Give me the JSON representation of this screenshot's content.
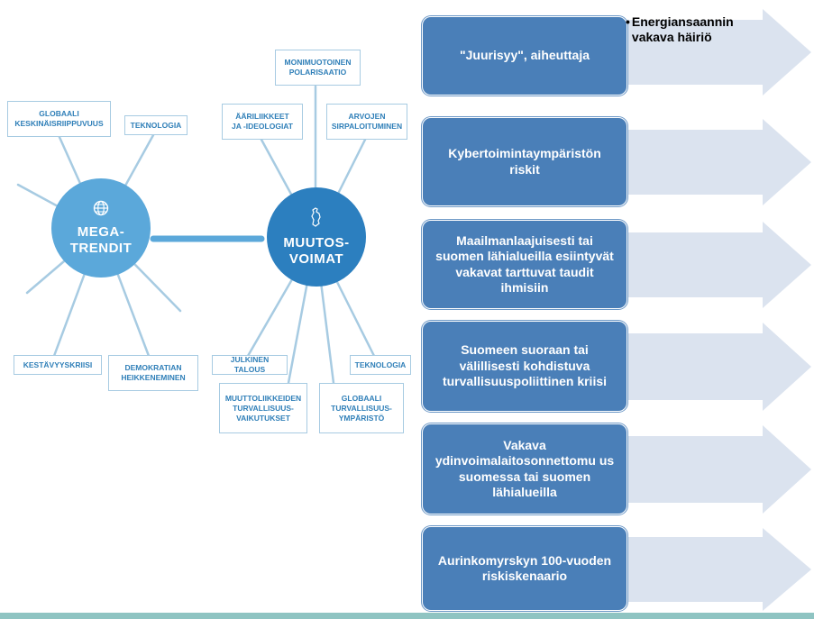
{
  "megatrends": {
    "hub_label": "MEGA-\nTRENDIT",
    "hub_icon": "globe-icon",
    "tags": [
      "GLOBAALI\nKESKINÄISRIIPPUVUUS",
      "TEKNOLOGIA",
      "KESTÄVYYSKRIISI",
      "DEMOKRATIAN\nHEIKKENEMINEN"
    ]
  },
  "driving_forces": {
    "hub_label": "MUUTOS-\nVOIMAT",
    "hub_icon": "finland-map-icon",
    "tags": [
      "MONIMUOTOINEN\nPOLARISAATIO",
      "ÄÄRILIIKKEET\nJA -IDEOLOGIAT",
      "ARVOJEN\nSIRPALOITUMINEN",
      "JULKINEN TALOUS",
      "TEKNOLOGIA",
      "MUUTTOLIIKKEIDEN\nTURVALLISUUS-\nVAIKUTUKSET",
      "GLOBAALI\nTURVALLISUUS-\nYMPÄRISTÖ"
    ]
  },
  "scenarios": [
    {
      "label": "\"Juurisyy\", aiheuttaja",
      "bullets": [
        "Energiansaannin vakava häiriö"
      ]
    },
    {
      "label": "Kybertoimintaympäristön riskit",
      "bullets": []
    },
    {
      "label": "Maailmanlaajuisesti tai suomen lähialueilla esiintyvät vakavat tarttuvat taudit ihmisiin",
      "bullets": []
    },
    {
      "label": "Suomeen suoraan tai välillisesti kohdistuva turvallisuuspoliittinen kriisi",
      "bullets": []
    },
    {
      "label": "Vakava ydinvoimalaitosonnettomu us suomessa tai suomen lähialueilla",
      "bullets": []
    },
    {
      "label": "Aurinkomyrskyn 100-vuoden riskiskenaario",
      "bullets": []
    }
  ],
  "colors": {
    "box_fill": "#4a7fb8",
    "arrow_fill": "#dbe3ef",
    "megatrend_hub": "#5ba8da",
    "force_hub": "#2c7fbf",
    "spoke": "#a7cbe2",
    "bottom_bar": "#8fc4c2"
  }
}
